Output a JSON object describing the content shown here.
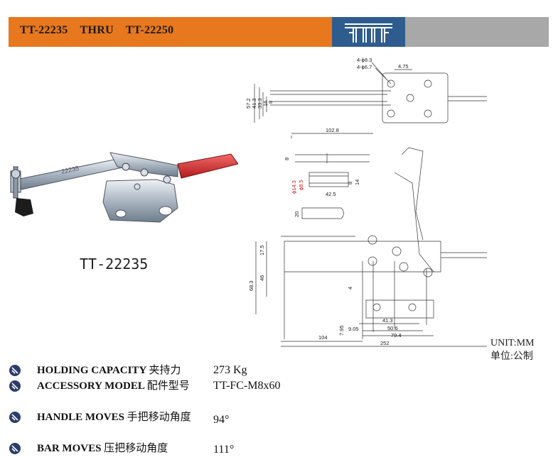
{
  "header": {
    "title": "TT-22235    THRU    TT-22250",
    "colors": {
      "orange": "#e7781d",
      "logo_bg": "#2f5c8e",
      "gray": "#a8a8a8"
    }
  },
  "product": {
    "engraving": "22235",
    "model_label": "TT-22235"
  },
  "drawing": {
    "holes_top": "4-ϕ8.3",
    "holes_bottom": "4-ϕ6.7",
    "dims": {
      "d_4_75": "4.75",
      "d_57_2": "57.2",
      "d_41_3": "41.3",
      "d_33_3": "33.3",
      "d_16": "16",
      "d_8": "8",
      "d_102_8": "102.8",
      "d_8b": "8",
      "d_14_3": "ϕ14.3",
      "d_8_5": "ϕ8.5",
      "d_8c": "8",
      "d_14": "14",
      "d_42_5": "42.5",
      "d_20": "20",
      "d_17_5": "17.5",
      "d_46": "46",
      "d_68_3": "68.3",
      "d_4": "4",
      "d_7_95": "7.95",
      "d_9_05": "9.05",
      "d_41_3b": "41.3",
      "d_50_6": "50.6",
      "d_79_4": "79.4",
      "d_104": "104",
      "d_252": "252"
    }
  },
  "unit": {
    "line1": "UNIT:MM",
    "line2": "单位:公制"
  },
  "specs": [
    {
      "label_en": "HOLDING CAPACITY",
      "label_cn": "夹持力",
      "value": "273 Kg"
    },
    {
      "label_en": "ACCESSORY MODEL",
      "label_cn": "配件型号",
      "value": "TT-FC-M8x60"
    },
    {
      "label_en": "HANDLE MOVES",
      "label_cn": "手把移动角度",
      "value": "94°"
    },
    {
      "label_en": "BAR MOVES",
      "label_cn": "压把移动角度",
      "value": "111°"
    }
  ]
}
